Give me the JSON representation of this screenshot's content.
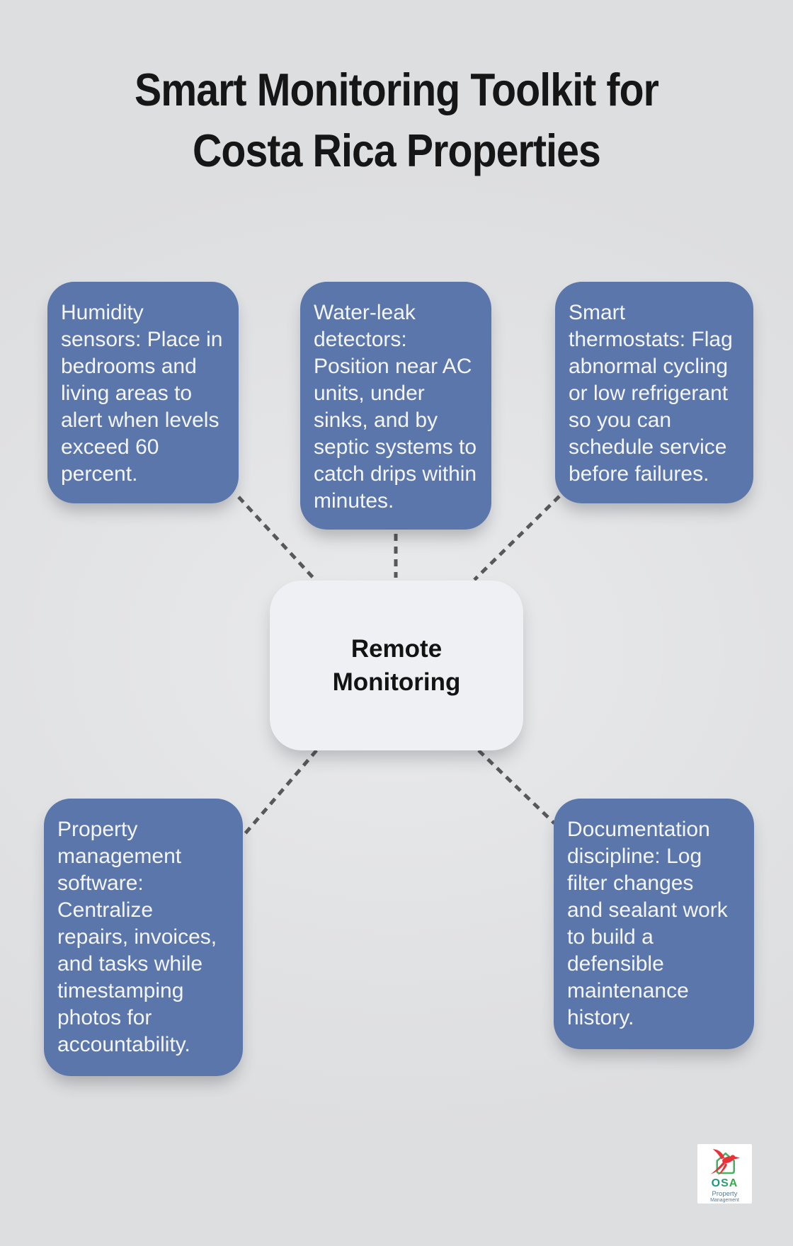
{
  "title": "Smart Monitoring Toolkit for\nCosta Rica Properties",
  "center_node": {
    "label": "Remote\nMonitoring"
  },
  "nodes": [
    {
      "id": "humidity-sensors",
      "text": "Humidity\nsensors: Place in\nbedrooms and\nliving areas to\nalert when levels\nexceed 60\npercent."
    },
    {
      "id": "water-leak-detectors",
      "text": "Water-leak\ndetectors:\nPosition near AC\nunits, under\nsinks, and by\nseptic systems to\ncatch drips within\nminutes."
    },
    {
      "id": "smart-thermostats",
      "text": "Smart\nthermostats: Flag\nabnormal cycling\nor low refrigerant\nso you can\nschedule service\nbefore failures."
    },
    {
      "id": "property-management-software",
      "text": "Property\nmanagement\nsoftware:\nCentralize\nrepairs, invoices,\nand tasks while\ntimestamping\nphotos for\naccountability."
    },
    {
      "id": "documentation-discipline",
      "text": "Documentation\ndiscipline: Log\nfilter changes\nand sealant work\nto build a\ndefensible\nmaintenance\nhistory."
    }
  ],
  "logo": {
    "name": "OSA",
    "subtitle1": "Property",
    "subtitle2": "Management"
  },
  "colors": {
    "canvas-bg": "#e0e1e3",
    "node-bg": "#5b76aa",
    "node-text": "#f3f5f9",
    "center-bg": "#eef0f3",
    "center-text": "#131313",
    "title-color": "#161616",
    "connector": "#58585a",
    "logo-teal": "#139a82",
    "logo-green": "#3aa94c",
    "logo-slate": "#527a9b",
    "logo-red": "#e73238",
    "logo-house-green": "#47b061"
  }
}
